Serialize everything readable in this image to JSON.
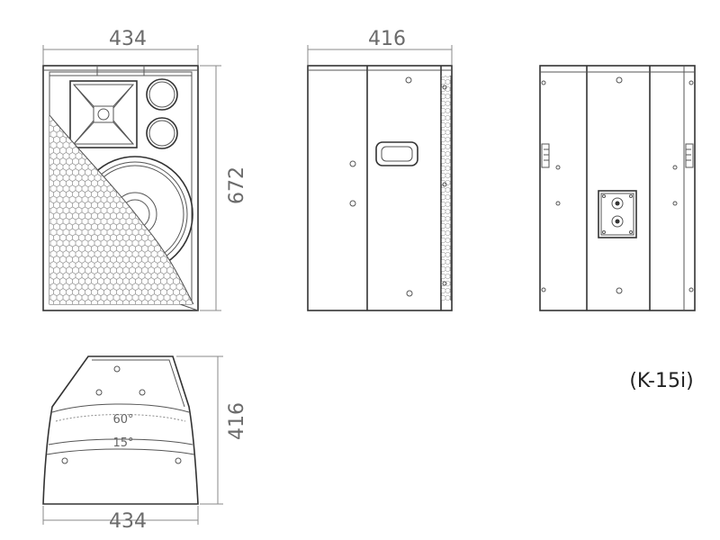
{
  "front_view": {
    "width": "434",
    "height": "672"
  },
  "side_view": {
    "width": "416"
  },
  "top_view": {
    "width": "434",
    "depth": "416",
    "angle_horizontal": "60°",
    "angle_vertical": "15°"
  },
  "model": "(K-15i)"
}
